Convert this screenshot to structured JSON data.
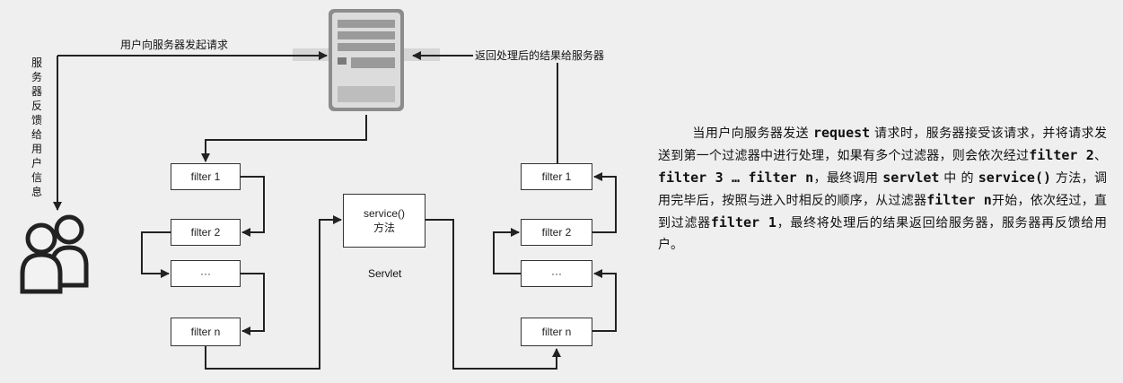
{
  "labels": {
    "request_top": "用户向服务器发起请求",
    "response_top": "返回处理后的结果给服务器",
    "feedback_vertical": "服务器反馈给用户信息",
    "servlet": "Servlet"
  },
  "left_chain": [
    "filter 1",
    "filter 2",
    "···",
    "filter n"
  ],
  "right_chain": [
    "filter 1",
    "filter 2",
    "···",
    "filter n"
  ],
  "service_box": {
    "line1": "service()",
    "line2": "方法"
  },
  "description": {
    "p1": "当用户向服务器发送 ",
    "k_request": "request",
    "p2": " 请求时，服务器接受该请求，并将请求发送到第一个过滤器中进行处理，如果有多个过滤器，则会依次经过",
    "k_filter2": "filter 2",
    "p3": "、",
    "k_filter3": "filter 3 … filter n",
    "p4": "，最终调用 ",
    "k_servlet": "servlet",
    "p5": " 中 的 ",
    "k_service": "service()",
    "p6": " 方法，调用完毕后，按照与进入时相反的顺序，从过滤器",
    "k_filtern": "filter n",
    "p7": "开始，依次经过，直到过滤器",
    "k_filter1": "filter 1",
    "p8": "，最终将处理后的结果返回给服务器，服务器再反馈给用户。"
  }
}
